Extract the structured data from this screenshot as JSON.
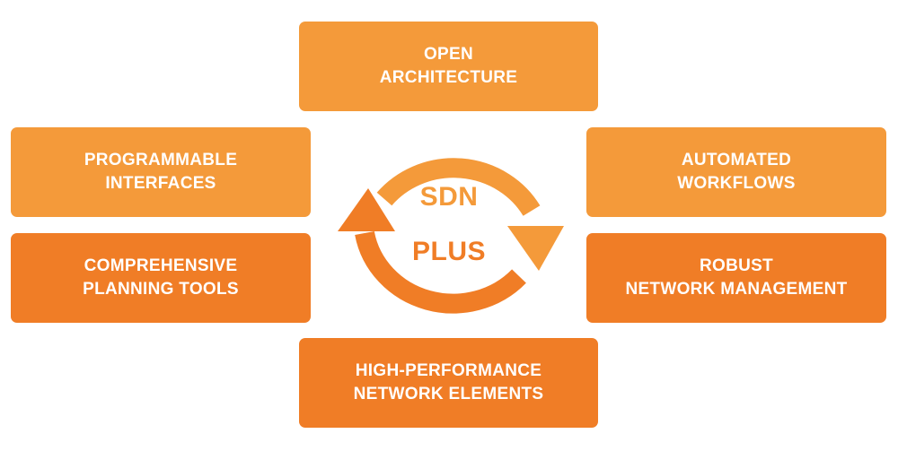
{
  "center": {
    "line1": "SDN",
    "line2": "PLUS"
  },
  "boxes": {
    "top": [
      "OPEN",
      "ARCHITECTURE"
    ],
    "top_left": [
      "PROGRAMMABLE",
      "INTERFACES"
    ],
    "top_right": [
      "AUTOMATED",
      "WORKFLOWS"
    ],
    "bottom_left": [
      "COMPREHENSIVE",
      "PLANNING TOOLS"
    ],
    "bottom_right": [
      "ROBUST",
      "NETWORK MANAGEMENT"
    ],
    "bottom": [
      "HIGH-PERFORMANCE",
      "NETWORK ELEMENTS"
    ]
  },
  "colors": {
    "light_orange": "#f49a3a",
    "dark_orange": "#f07d26",
    "text": "#ffffff"
  }
}
